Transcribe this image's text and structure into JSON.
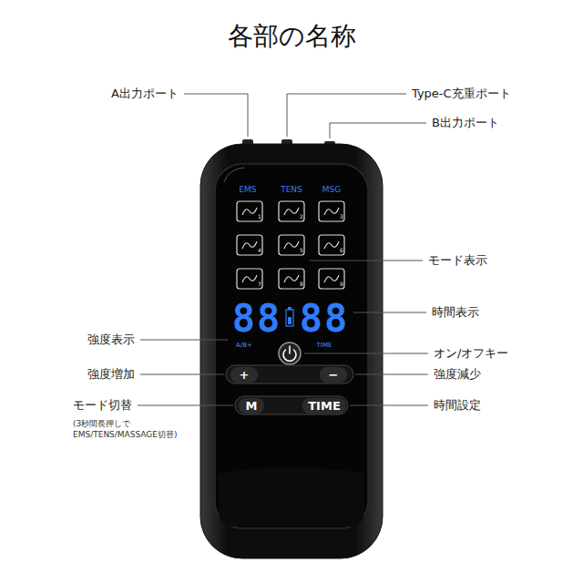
{
  "diagram": {
    "title": "各部の名称",
    "nodes": [
      {
        "text": [
          "+"
        ]
      },
      {
        "text": [
          "−"
        ]
      },
      {
        "text": [
          "M"
        ]
      },
      {
        "text": [
          "TIME"
        ]
      }
    ],
    "labels": [
      "A出力ポート",
      "Type-C充重ポート",
      "B出力ポート",
      "EMS",
      "TENS",
      "MSG",
      "1",
      "2",
      "3",
      "4",
      "5",
      "6",
      "7",
      "8",
      "9",
      "モード表示",
      "88",
      "88",
      "時間表示",
      "強度表示",
      "A/B+",
      "TIME",
      "オン/オフキー",
      "強度増加",
      "強度減少",
      "モード切替",
      "(3秒間長押しで EMS/TENS/MASSAGE切替)",
      "時間設定"
    ]
  }
}
